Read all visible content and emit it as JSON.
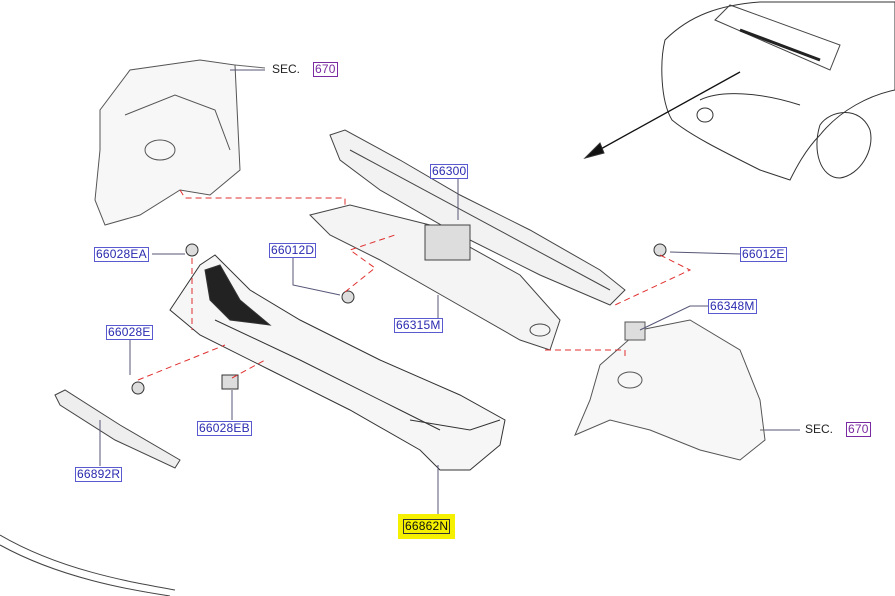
{
  "labels": {
    "sec_top_prefix": "SEC.",
    "sec_top_num": "670",
    "p66300": "66300",
    "p66028EA": "66028EA",
    "p66012D": "66012D",
    "p66012E": "66012E",
    "p66348M": "66348M",
    "p66028E": "66028E",
    "p66315M": "66315M",
    "p66028EB": "66028EB",
    "p66892R": "66892R",
    "p66862N": "66862N",
    "sec_right_prefix": "SEC.",
    "sec_right_num": "670"
  },
  "highlight_color": "#f4f000"
}
